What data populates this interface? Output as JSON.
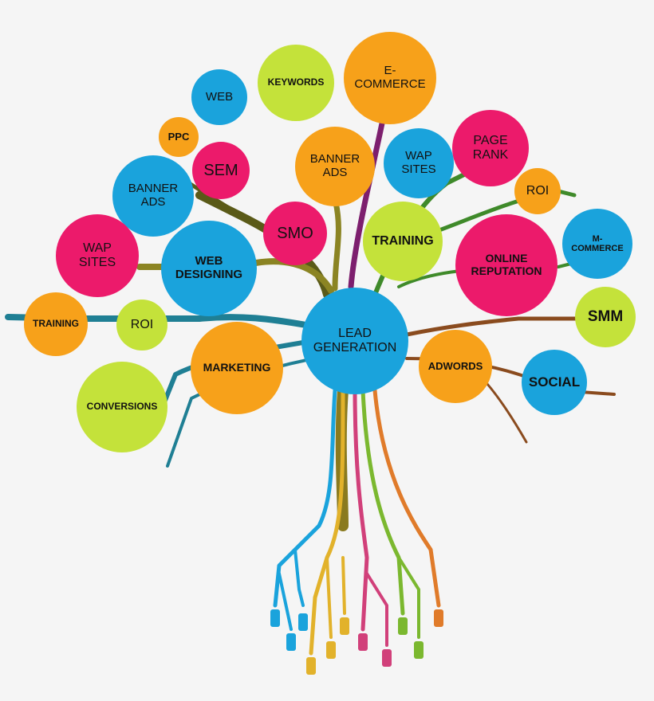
{
  "center": {
    "label": "LEAD\nGENERATION"
  },
  "nodes": [
    {
      "id": "web",
      "label": "WEB",
      "color": "#1aa3dc"
    },
    {
      "id": "keywords",
      "label": "KEYWORDS",
      "color": "#c4e23a"
    },
    {
      "id": "ecommerce",
      "label": "E-\nCOMMERCE",
      "color": "#f7a11a"
    },
    {
      "id": "ppc",
      "label": "PPC",
      "color": "#f7a11a"
    },
    {
      "id": "sem",
      "label": "SEM",
      "color": "#ec1a6b"
    },
    {
      "id": "banner-ads-center",
      "label": "BANNER\nADS",
      "color": "#f7a11a"
    },
    {
      "id": "wap-sites-top",
      "label": "WAP\nSITES",
      "color": "#1aa3dc"
    },
    {
      "id": "page-rank",
      "label": "PAGE\nRANK",
      "color": "#ec1a6b"
    },
    {
      "id": "banner-ads-left",
      "label": "BANNER\nADS",
      "color": "#1aa3dc"
    },
    {
      "id": "roi-right",
      "label": "ROI",
      "color": "#f7a11a"
    },
    {
      "id": "smo",
      "label": "SMO",
      "color": "#ec1a6b"
    },
    {
      "id": "training-center",
      "label": "TRAINING",
      "color": "#c4e23a"
    },
    {
      "id": "wap-sites-left",
      "label": "WAP\nSITES",
      "color": "#ec1a6b"
    },
    {
      "id": "web-designing",
      "label": "WEB\nDESIGNING",
      "color": "#1aa3dc"
    },
    {
      "id": "online-reputation",
      "label": "ONLINE\nREPUTATION",
      "color": "#ec1a6b"
    },
    {
      "id": "m-commerce",
      "label": "M-\nCOMMERCE",
      "color": "#1aa3dc"
    },
    {
      "id": "training-left",
      "label": "TRAINING",
      "color": "#f7a11a"
    },
    {
      "id": "roi-left",
      "label": "ROI",
      "color": "#c4e23a"
    },
    {
      "id": "smm",
      "label": "SMM",
      "color": "#c4e23a"
    },
    {
      "id": "marketing",
      "label": "MARKETING",
      "color": "#f7a11a"
    },
    {
      "id": "adwords",
      "label": "ADWORDS",
      "color": "#f7a11a"
    },
    {
      "id": "social",
      "label": "SOCIAL",
      "color": "#1aa3dc"
    },
    {
      "id": "conversions",
      "label": "CONVERSIONS",
      "color": "#c4e23a"
    }
  ],
  "colors": {
    "center": "#1aa3dc",
    "trunk": "#8a7a1e",
    "branch_dark": "#5a5a18",
    "branch_olive": "#8b8423",
    "branch_teal": "#1f7f94",
    "branch_purple": "#7d1f6e",
    "branch_green": "#3f8a2a",
    "branch_brown": "#8a4b1e",
    "root_blue": "#1aa3dc",
    "root_yellow": "#e2b22b",
    "root_pink": "#d1407a",
    "root_green": "#7bb82f",
    "root_orange": "#e07b2a"
  }
}
